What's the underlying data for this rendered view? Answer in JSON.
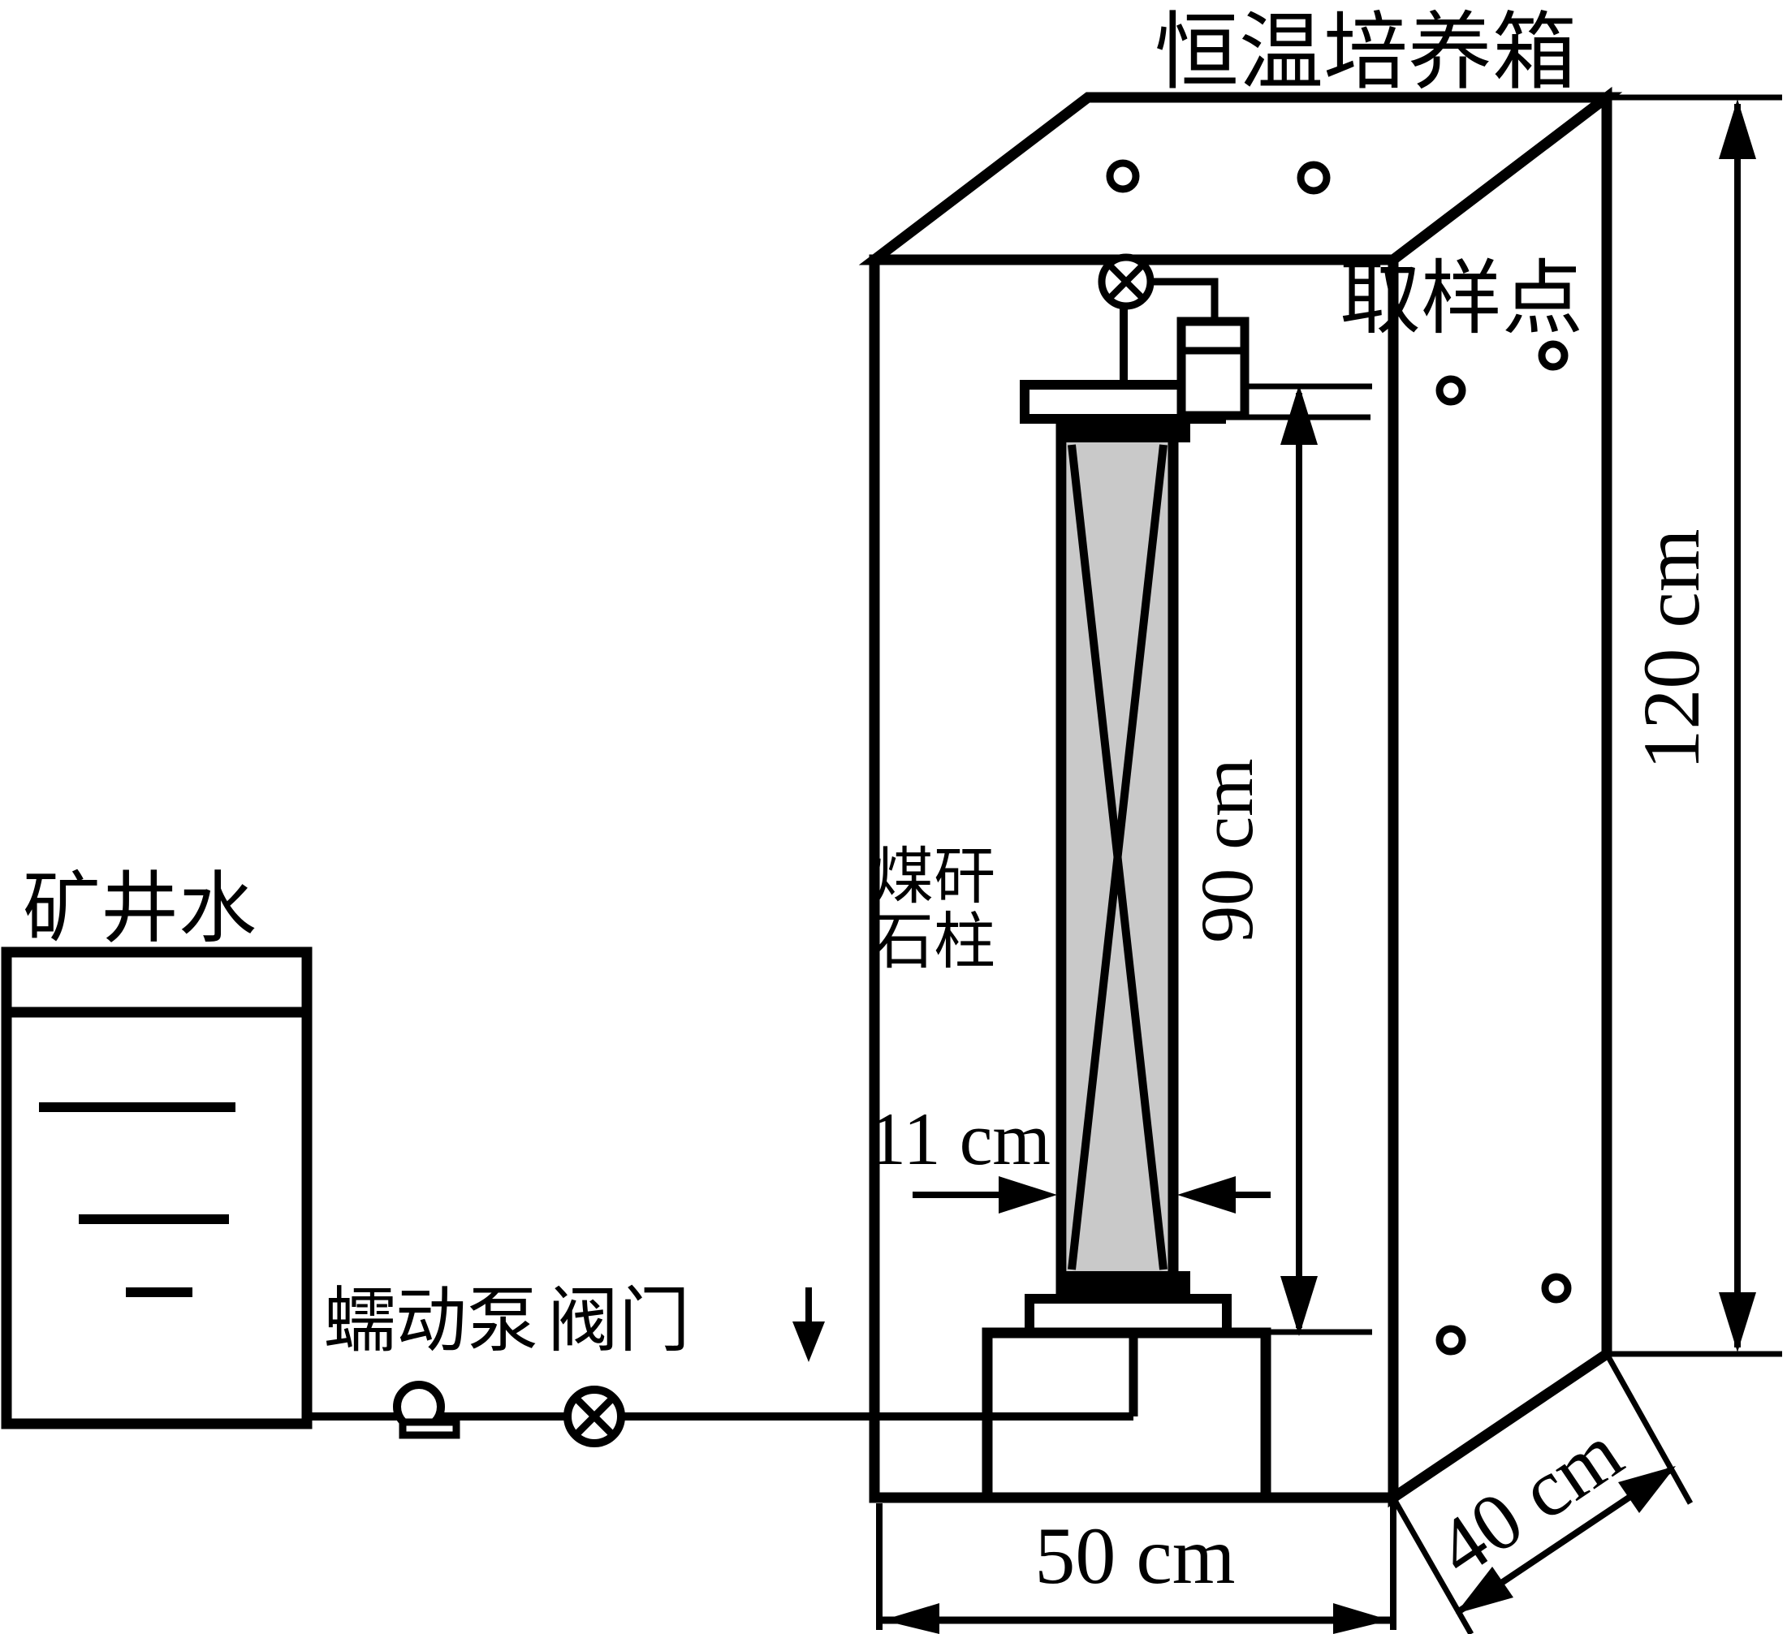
{
  "title": "恒温培养箱",
  "labels": {
    "sampling_point": "取样点",
    "column_line1": "煤矸",
    "column_line2": "石柱",
    "mine_water": "矿井水",
    "pump": "蠕动泵",
    "valve": "阀门"
  },
  "dimensions": {
    "box_height": "120 cm",
    "column_height": "90 cm",
    "column_width": "11 cm",
    "box_width": "50 cm",
    "box_depth": "40 cm"
  },
  "icons": {
    "valve_symbol": "circle-with-x-valve-icon",
    "pump_symbol": "peristaltic-pump-icon"
  },
  "colors": {
    "line": "#000000",
    "background": "#ffffff",
    "column_fill": "#c9c9c9"
  }
}
